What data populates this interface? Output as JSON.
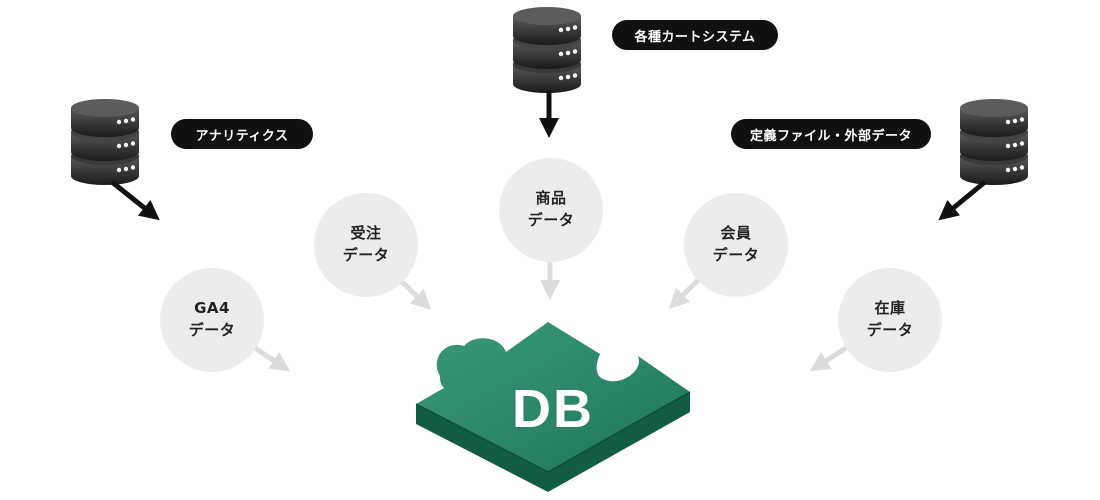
{
  "sources": {
    "analytics": {
      "label": "アナリティクス",
      "icon": "database-server-icon"
    },
    "cart": {
      "label": "各種カートシステム",
      "icon": "database-server-icon"
    },
    "files": {
      "label": "定義ファイル・外部データ",
      "icon": "database-server-icon"
    }
  },
  "data_bubbles": [
    {
      "line1": "GA4",
      "line2": "データ"
    },
    {
      "line1": "受注",
      "line2": "データ"
    },
    {
      "line1": "商品",
      "line2": "データ"
    },
    {
      "line1": "会員",
      "line2": "データ"
    },
    {
      "line1": "在庫",
      "line2": "データ"
    }
  ],
  "hub": {
    "label": "DB",
    "icon": "puzzle-piece-icon"
  },
  "colors": {
    "puzzle_top": "#2a8a6c",
    "puzzle_side": "#135c44",
    "bubble": "#ececec",
    "pill": "#111111",
    "server": "#2e2e2e"
  }
}
